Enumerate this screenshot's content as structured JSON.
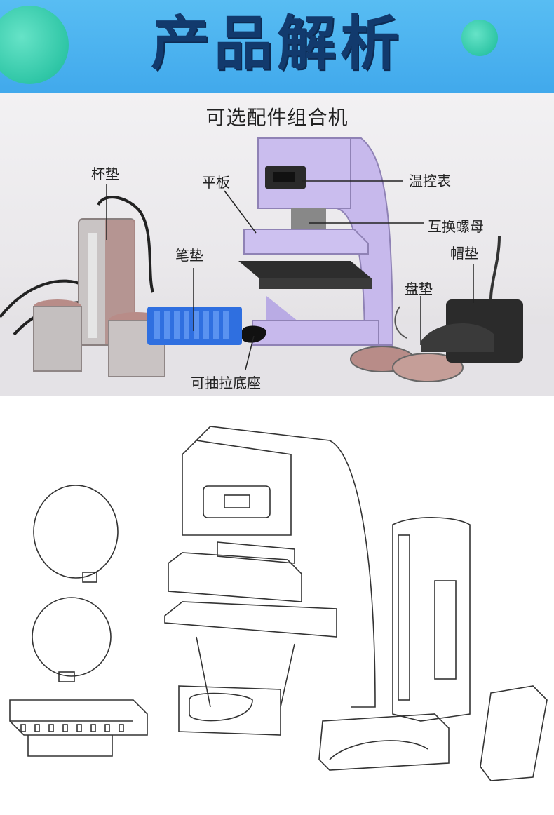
{
  "banner": {
    "title": "产品解析"
  },
  "photo": {
    "heading": "可选配件组合机",
    "labels": {
      "cup_mat": "杯垫",
      "flat_plate": "平板",
      "pen_mat": "笔垫",
      "temp_controller": "温控表",
      "swap_nut": "互换螺母",
      "cap_mat": "帽垫",
      "plate_mat": "盘垫",
      "pull_base": "可抽拉底座"
    }
  },
  "colors": {
    "banner": "#4ab0ee",
    "circle": "#3fd0b0",
    "title": "#123a6d",
    "machine": "#c7b9ec",
    "pen_mat": "#2f6fe0"
  }
}
